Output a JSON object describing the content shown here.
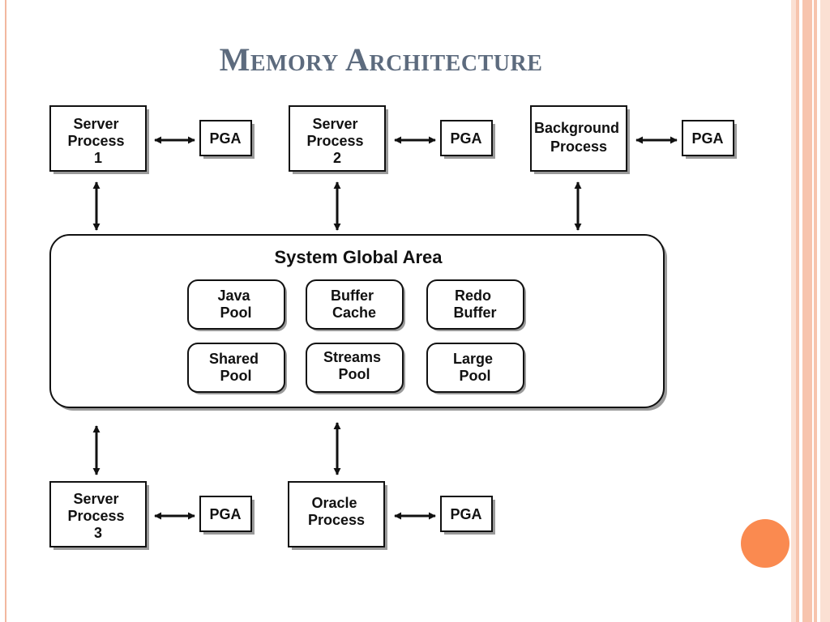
{
  "title": "Memory Architecture",
  "colors": {
    "title": "#5d6b7e",
    "accent_orange": "#fa8a50",
    "stripe_peach": "#f7c4ad",
    "stripe_light": "#fbe0d3",
    "stroke": "#111111"
  },
  "diagram": {
    "sga_title": "System Global Area",
    "pga_label": "PGA",
    "processes": {
      "server1": [
        "Server",
        "Process",
        "1"
      ],
      "server2": [
        "Server",
        "Process",
        "2"
      ],
      "background": [
        "Background",
        "Process"
      ],
      "server3": [
        "Server",
        "Process",
        "3"
      ],
      "oracle": [
        "Oracle",
        "Process"
      ]
    },
    "pools": {
      "java": [
        "Java",
        "Pool"
      ],
      "buffer_cache": [
        "Buffer",
        "Cache"
      ],
      "redo": [
        "Redo",
        "Buffer"
      ],
      "shared": [
        "Shared",
        "Pool"
      ],
      "streams": [
        "Streams",
        "Pool"
      ],
      "large": [
        "Large",
        "Pool"
      ]
    }
  }
}
